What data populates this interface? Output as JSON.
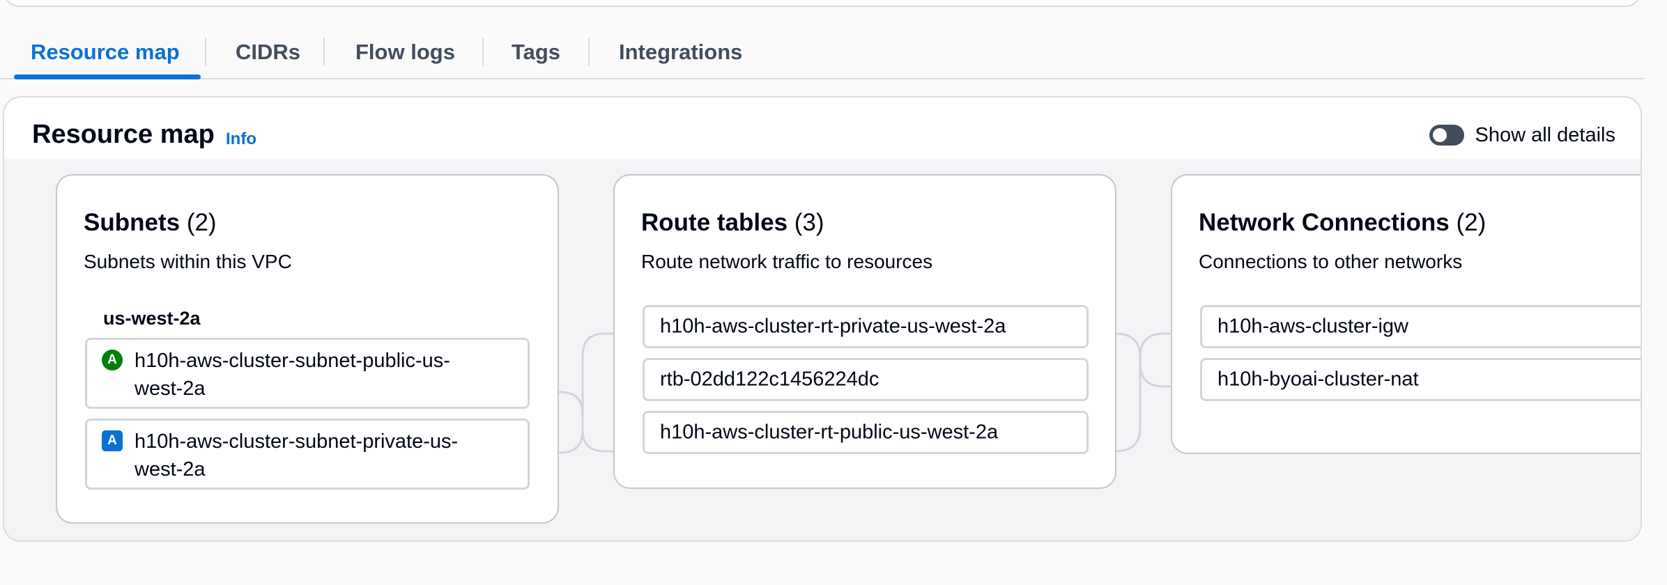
{
  "tabs": [
    {
      "label": "Resource map",
      "active": true
    },
    {
      "label": "CIDRs",
      "active": false
    },
    {
      "label": "Flow logs",
      "active": false
    },
    {
      "label": "Tags",
      "active": false
    },
    {
      "label": "Integrations",
      "active": false
    }
  ],
  "resource_map": {
    "title": "Resource map",
    "info_label": "Info",
    "toggle_label": "Show all details",
    "toggle_on": false
  },
  "subnets": {
    "title": "Subnets",
    "count": "(2)",
    "subtitle": "Subnets within this VPC",
    "az": "us-west-2a",
    "items": [
      {
        "badge": "A",
        "label": "h10h-aws-cluster-subnet-public-us-west-2a",
        "badge_color": "#037f0c"
      },
      {
        "badge": "A",
        "label": "h10h-aws-cluster-subnet-private-us-west-2a",
        "badge_color": "#0972d3"
      }
    ]
  },
  "route_tables": {
    "title": "Route tables",
    "count": "(3)",
    "subtitle": "Route network traffic to resources",
    "items": [
      {
        "label": "h10h-aws-cluster-rt-private-us-west-2a"
      },
      {
        "label": "rtb-02dd122c1456224dc"
      },
      {
        "label": "h10h-aws-cluster-rt-public-us-west-2a"
      }
    ]
  },
  "network_connections": {
    "title": "Network Connections",
    "count": "(2)",
    "subtitle": "Connections to other networks",
    "items": [
      {
        "label": "h10h-aws-cluster-igw"
      },
      {
        "label": "h10h-byoai-cluster-nat"
      }
    ]
  },
  "colors": {
    "accent": "#0972d3",
    "public_badge": "#037f0c",
    "connector": "#d1d5db"
  }
}
